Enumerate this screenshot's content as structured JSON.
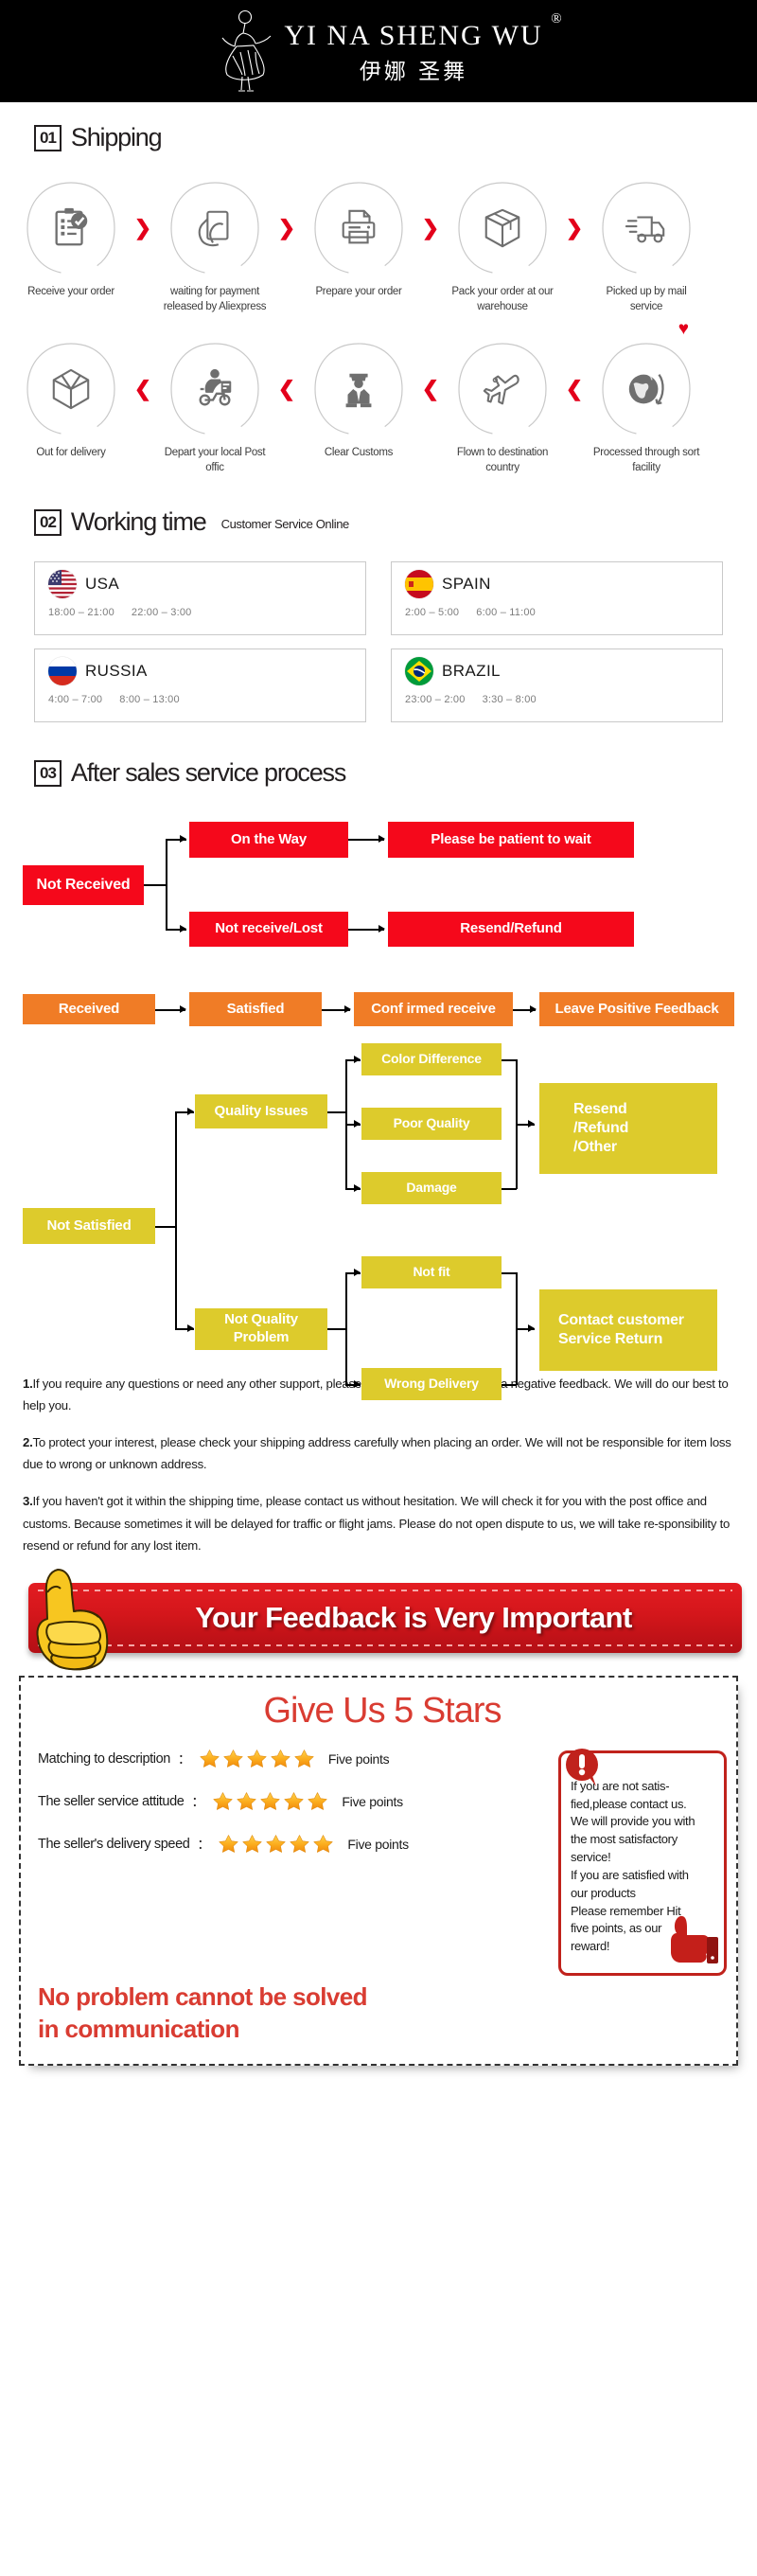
{
  "header": {
    "brand_en": "YI NA SHENG WU",
    "brand_reg": "®",
    "brand_cn": "伊娜 圣舞",
    "logo_icon": "dancer-logo-icon"
  },
  "shipping": {
    "number": "01",
    "title": "Shipping",
    "row1": [
      {
        "icon": "clipboard-check-icon",
        "label": "Receive your order"
      },
      {
        "icon": "hand-card-icon",
        "label": "waiting for payment released by Aliexpress"
      },
      {
        "icon": "printer-icon",
        "label": "Prepare your order"
      },
      {
        "icon": "box-icon",
        "label": "Pack your order at our warehouse"
      },
      {
        "icon": "truck-icon",
        "label": "Picked up by mail service"
      }
    ],
    "row2": [
      {
        "icon": "open-box-icon",
        "label": "Out  for delivery"
      },
      {
        "icon": "scooter-courier-icon",
        "label": "Depart your local Post offic"
      },
      {
        "icon": "customs-officer-icon",
        "label": "Clear Customs"
      },
      {
        "icon": "airplane-icon",
        "label": "Flown to destination country"
      },
      {
        "icon": "globe-icon",
        "label": "Processed through sort facility"
      }
    ],
    "chevron_right": "❯",
    "chevron_left": "❮",
    "down_arrow": "♥"
  },
  "working_time": {
    "number": "02",
    "title": "Working time",
    "subtitle": "Customer Service Online",
    "cards": [
      {
        "country": "USA",
        "flag": "usa-flag-icon",
        "hours": [
          "18:00 – 21:00",
          "22:00 – 3:00"
        ]
      },
      {
        "country": "SPAIN",
        "flag": "spain-flag-icon",
        "hours": [
          "2:00 – 5:00",
          "6:00 – 11:00"
        ]
      },
      {
        "country": "RUSSIA",
        "flag": "russia-flag-icon",
        "hours": [
          "4:00 – 7:00",
          "8:00 – 13:00"
        ]
      },
      {
        "country": "BRAZIL",
        "flag": "brazil-flag-icon",
        "hours": [
          "23:00 – 2:00",
          "3:30 – 8:00"
        ]
      }
    ]
  },
  "after_sales": {
    "number": "03",
    "title": "After sales service process",
    "red_flow": {
      "not_received": "Not Received",
      "on_the_way": "On the Way",
      "be_patient": "Please be patient to wait",
      "not_receive_lost": "Not receive/Lost",
      "resend_refund": "Resend/Refund"
    },
    "orange_flow": {
      "received": "Received",
      "satisfied": "Satisfied",
      "confirmed_receive": "Conf irmed receive",
      "leave_feedback": "Leave Positive Feedback"
    },
    "yellow_flow": {
      "not_satisfied": "Not Satisfied",
      "quality_issues": "Quality Issues",
      "color_difference": "Color Difference",
      "poor_quality": "Poor Quality",
      "damage": "Damage",
      "resend_refund_other": "Resend\n/Refund\n/Other",
      "not_quality_problem": "Not Quality Problem",
      "not_fit": "Not fit",
      "wrong_delivery": "Wrong Delivery",
      "contact_return": "Contact customer Service Return"
    },
    "colors": {
      "red": "#f5081b",
      "orange": "#f07c26",
      "yellow": "#ddcb2c"
    }
  },
  "notes": [
    {
      "num": "1.",
      "text": "If you require any questions or need any other support, please contact us before leaving a negative feedback. We will do our best to help you."
    },
    {
      "num": "2.",
      "text": "To protect your interest, please check your shipping address carefully when placing an order. We will not be responsible for item loss due to wrong or unknown address."
    },
    {
      "num": "3.",
      "text": "If you haven't got it within the shipping time, please contact us without hesitation. We will check it for you with the post office and customs. Because sometimes it will be delayed for traffic or flight jams. Please do not open dispute to us, we will take re-sponsibility to resend or refund for any lost item."
    }
  ],
  "feedback_banner": {
    "text": "Your Feedback is Very Important",
    "icon": "thumbs-up-yellow-icon",
    "color": "#d4161b"
  },
  "stars_section": {
    "title": "Give Us 5 Stars",
    "rows": [
      {
        "label": "Matching to description",
        "colon": "：",
        "stars": 5,
        "points": "Five points"
      },
      {
        "label": "The seller service attitude",
        "colon": "：",
        "stars": 5,
        "points": "Five points"
      },
      {
        "label": "The seller's delivery speed",
        "colon": "：",
        "stars": 5,
        "points": "Five points"
      }
    ],
    "slogan_line1": "No problem cannot be solved",
    "slogan_line2": "in communication",
    "slogan_color": "#d93c32",
    "warning": {
      "icon": "exclamation-bubble-icon",
      "thumb_icon": "thumbs-up-red-icon",
      "lines": [
        "If you are not satis-",
        "fied,please contact us.",
        "We will provide you with",
        "the most satisfactory",
        "service!",
        "If you are satisfied with",
        "our products",
        "Please remember Hit",
        "five points, as our",
        "reward!"
      ]
    }
  }
}
